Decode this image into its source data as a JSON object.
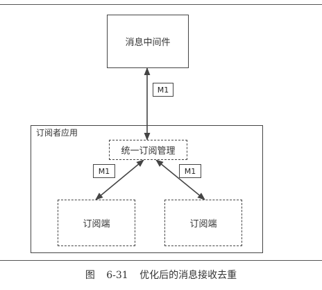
{
  "diagram": {
    "middleware_label": "消息中间件",
    "container_label": "订阅者应用",
    "manager_label": "统一订阅管理",
    "subscriber_left_label": "订阅端",
    "subscriber_right_label": "订阅端",
    "message_top": "M1",
    "message_left": "M1",
    "message_right": "M1"
  },
  "caption": "图 6-31 优化后的消息接收去重"
}
